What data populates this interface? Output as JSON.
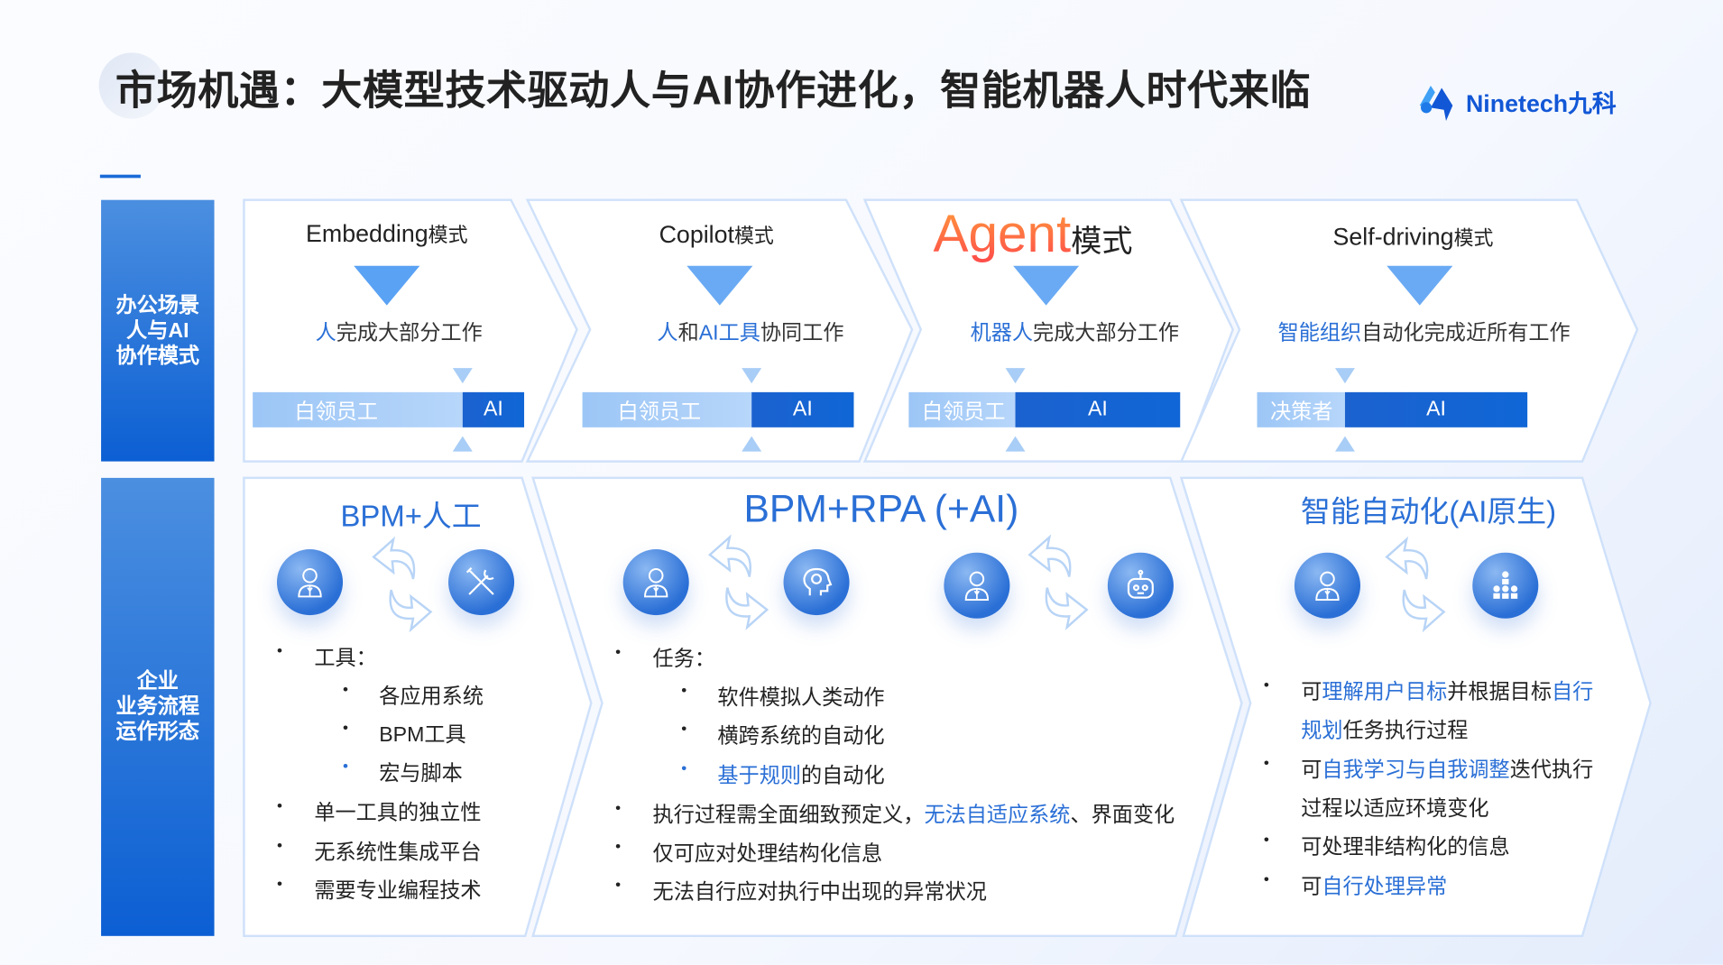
{
  "title": "市场机遇：大模型技术驱动人与AI协作进化，智能机器人时代来临",
  "logo": {
    "text": "Ninetech九科",
    "brand_color": "#1257d6"
  },
  "side_labels": {
    "top": [
      "办公场景",
      "人与AI",
      "协作模式"
    ],
    "bottom": [
      "企业",
      "业务流程",
      "运作形态"
    ]
  },
  "modes": [
    {
      "name": "Embedding",
      "suffix": "模式",
      "subtitle": [
        {
          "t": "人",
          "hl": true
        },
        {
          "t": "完成大部分工作",
          "hl": false
        }
      ],
      "bar": [
        "白领员工",
        "AI"
      ]
    },
    {
      "name": "Copilot",
      "suffix": "模式",
      "subtitle": [
        {
          "t": "人",
          "hl": true
        },
        {
          "t": "和",
          "hl": false
        },
        {
          "t": "AI工具",
          "hl": true
        },
        {
          "t": "协同工作",
          "hl": false
        }
      ],
      "bar": [
        "白领员工",
        "AI"
      ]
    },
    {
      "name": "Agent",
      "suffix": "模式",
      "subtitle": [
        {
          "t": "机器人",
          "hl": true
        },
        {
          "t": "完成大部分工作",
          "hl": false
        }
      ],
      "bar": [
        "白领员工",
        "AI"
      ]
    },
    {
      "name": "Self-driving",
      "suffix": "模式",
      "subtitle": [
        {
          "t": "智能组织",
          "hl": true
        },
        {
          "t": "自动化完成近所有工作",
          "hl": false
        }
      ],
      "bar": [
        "决策者",
        "AI"
      ]
    }
  ],
  "forms": [
    {
      "title": "BPM+人工",
      "icons": [
        "person-icon",
        "tools-icon"
      ],
      "items": [
        "工具：",
        "各应用系统",
        "BPM工具",
        "宏与脚本",
        "单一工具的独立性",
        "无系统性集成平台",
        "需要专业编程技术"
      ]
    },
    {
      "title": "BPM+RPA (+AI)",
      "icons": [
        "person-icon",
        "brain-icon",
        "person-icon",
        "robot-icon"
      ],
      "items": [
        "任务：",
        "软件模拟人类动作",
        "横跨系统的自动化",
        "基于规则",
        "的自动化",
        "执行过程需全面细致预定义，",
        "无法自适应系统",
        "、界面变化",
        "仅可应对处理结构化信息",
        "无法自行应对执行中出现的异常状况"
      ]
    },
    {
      "title": "智能自动化(AI原生)",
      "icons": [
        "person-icon",
        "organization-icon"
      ],
      "items": [
        "可",
        "理解用户目标",
        "并根据目标",
        "自行",
        "规划",
        "任务执行过程",
        "可",
        "自我学习与自我调整",
        "迭代执行",
        "过程以适应环境变化",
        "可处理非结构化的信息",
        "可",
        "自行处理异常"
      ]
    }
  ],
  "colors": {
    "accent": "#2a6fd6",
    "agent_gradient_start": "#ff5a4a",
    "agent_gradient_end": "#ff9a3c"
  }
}
